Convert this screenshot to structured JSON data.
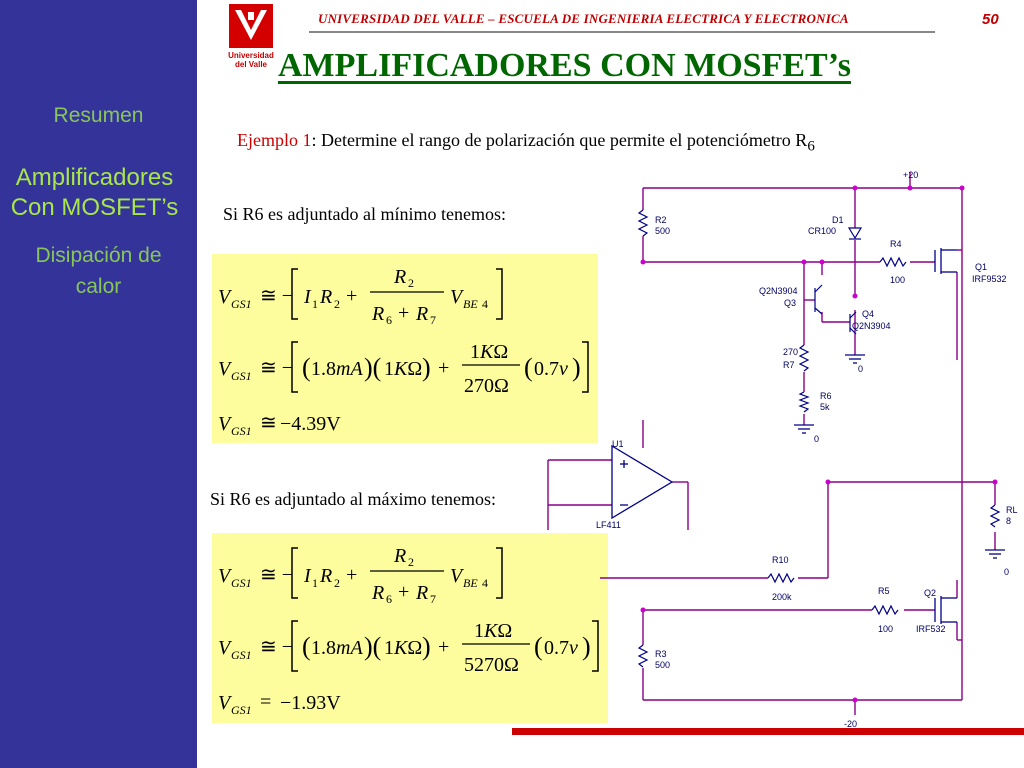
{
  "sidebar": {
    "items": [
      {
        "label": "Resumen"
      },
      {
        "label_line1": "Amplificadores",
        "label_line2": "Con MOSFET’s"
      },
      {
        "label_line1": "Disipación de",
        "label_line2": "calor"
      }
    ]
  },
  "header": {
    "logo_line1": "Universidad",
    "logo_line2": "del Valle",
    "institution": "UNIVERSIDAD DEL VALLE – ESCUELA DE INGENIERIA ELECTRICA Y ELECTRONICA",
    "page_number": "50"
  },
  "slide": {
    "title": "AMPLIFICADORES CON MOSFET’s",
    "example_label": "Ejemplo 1",
    "example_text": ": Determine el rango de polarización que permite el potenciómetro R",
    "example_sub": "6",
    "case_min": "Si R6 es adjuntado al mínimo tenemos:",
    "case_max": "Si R6 es adjuntado al máximo tenemos:"
  },
  "equations_min": {
    "line3_result": "−4.39V",
    "denominator": "270Ω"
  },
  "equations_max": {
    "line3_result": "−1.93V",
    "denominator": "5270Ω"
  },
  "circuit": {
    "supply_pos": "+20",
    "supply_neg": "-20",
    "components": [
      {
        "ref": "R2",
        "value": "500"
      },
      {
        "ref": "D1",
        "value": "CR100"
      },
      {
        "ref": "R4",
        "value": "100"
      },
      {
        "ref": "Q1",
        "value": "IRF9532"
      },
      {
        "ref": "Q3",
        "value": "Q2N3904"
      },
      {
        "ref": "Q4",
        "value": "Q2N3904"
      },
      {
        "ref": "R7",
        "value": "270"
      },
      {
        "ref": "R6",
        "value": "5k"
      },
      {
        "ref": "U1",
        "value": "LF411"
      },
      {
        "ref": "RL",
        "value": "8"
      },
      {
        "ref": "R10",
        "value": "200k"
      },
      {
        "ref": "R5",
        "value": "100"
      },
      {
        "ref": "Q2",
        "value": "IRF532"
      },
      {
        "ref": "R3",
        "value": "500"
      }
    ],
    "ground": "0"
  }
}
